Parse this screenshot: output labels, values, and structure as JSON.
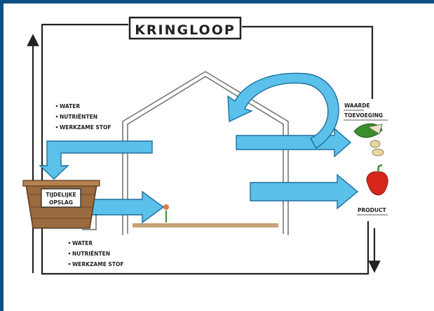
{
  "title": "KRINGLOOP",
  "left_top_list": [
    "WATER",
    "NUTRIËNTEN",
    "WERKZAME STOF"
  ],
  "left_bottom_list": [
    "WATER",
    "NUTRIËNTEN",
    "WERKZAME STOF"
  ],
  "storage_label": [
    "TIJDELIJKE",
    "OPSLAG"
  ],
  "right_top_label": [
    "WAARDE",
    "TOEVOEGING"
  ],
  "right_bottom_label": "PRODUCT",
  "colors": {
    "frame": "#0e4f86",
    "arrow_fill": "#5bc0ea",
    "arrow_stroke": "#1d6fa0",
    "wood": "#9a6b3f",
    "pepper": "#d9261c",
    "leaf": "#3a8f2d"
  }
}
